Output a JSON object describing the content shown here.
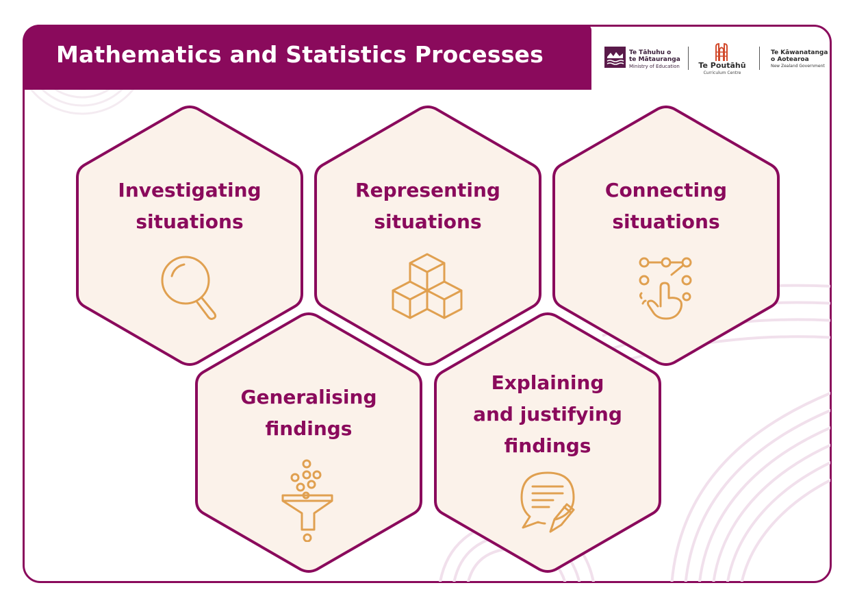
{
  "header": {
    "title": "Mathematics and Statistics Processes"
  },
  "logos": {
    "ministry": {
      "line1": "Te Tāhuhu o",
      "line2": "te Mātauranga",
      "line3": "Ministry of Education"
    },
    "poutahu": {
      "line1": "Te Poutāhū",
      "line2": "Curriculum Centre"
    },
    "government": {
      "line1": "Te Kāwanatanga",
      "line2": "o Aotearoa",
      "line3": "New Zealand Government"
    }
  },
  "processes": [
    {
      "line1": "Investigating",
      "line2": "situations",
      "icon": "magnifying-glass-icon"
    },
    {
      "line1": "Representing",
      "line2": "situations",
      "icon": "cubes-icon"
    },
    {
      "line1": "Connecting",
      "line2": "situations",
      "icon": "connect-dots-icon"
    },
    {
      "line1": "Generalising",
      "line2": "findings",
      "icon": "funnel-icon"
    },
    {
      "line1": "Explaining",
      "line2": "and justifying",
      "line3": "findings",
      "icon": "speech-pencil-icon"
    }
  ],
  "colors": {
    "brand": "#8a0a5c",
    "hex_fill": "#fbf2ea",
    "icon": "#e0a050"
  }
}
